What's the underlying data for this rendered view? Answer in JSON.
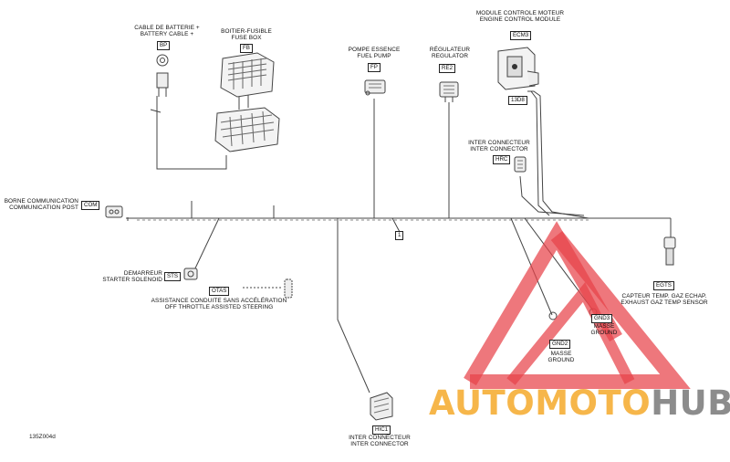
{
  "diagram": {
    "footer_code": "135Z004d"
  },
  "components": {
    "battery_cable": {
      "fr": "CABLE DE BATTERIE +",
      "en": "BATTERY CABLE +",
      "code": "BP"
    },
    "fuse_box": {
      "fr": "BOITIER-FUSIBLE",
      "en": "FUSE BOX",
      "code": "FB"
    },
    "fuel_pump": {
      "fr": "POMPE ESSENCE",
      "en": "FUEL PUMP",
      "code": "FP"
    },
    "regulator": {
      "fr": "RÉGULATEUR",
      "en": "REGULATOR",
      "code": "RE2"
    },
    "ecm": {
      "fr": "MODULE CONTROLE MOTEUR",
      "en": "ENGINE CONTROL MODULE",
      "code": "ECM3",
      "code2": "13D8"
    },
    "inter_connector_top": {
      "fr": "INTER CONNECTEUR",
      "en": "INTER CONNECTOR",
      "code": "HRC"
    },
    "comm_post": {
      "fr": "BORNE COMMUNICATION",
      "en": "COMMUNICATION POST",
      "code": "COM"
    },
    "splice": {
      "code": "1"
    },
    "starter": {
      "fr": "DEMARREUR",
      "en": "STARTER SOLENOID",
      "code": "STS"
    },
    "otas": {
      "fr": "ASSISTANCE CONDUITE SANS ACCÉLÉRATION",
      "en": "OFF THROTTLE ASSISTED STEERING",
      "code": "OTAS"
    },
    "egts": {
      "fr": "CAPTEUR TEMP. GAZ ECHAP.",
      "en": "EXHAUST GAZ TEMP SENSOR",
      "code": "EGTS"
    },
    "gnd3": {
      "fr": "MASSE",
      "en": "GROUND",
      "code": "GND3"
    },
    "gnd2": {
      "fr": "MASSE",
      "en": "GROUND",
      "code": "GND2"
    },
    "inter_connector_bottom": {
      "fr": "INTER CONNECTEUR",
      "en": "INTER CONNECTOR",
      "code": "HIC1"
    }
  },
  "watermark": {
    "part1": "AUTOMOTO",
    "part2": "HUB",
    "color1": "#f6b64a",
    "color2": "#8c8c8c",
    "triangle_color": "#e8434a"
  }
}
